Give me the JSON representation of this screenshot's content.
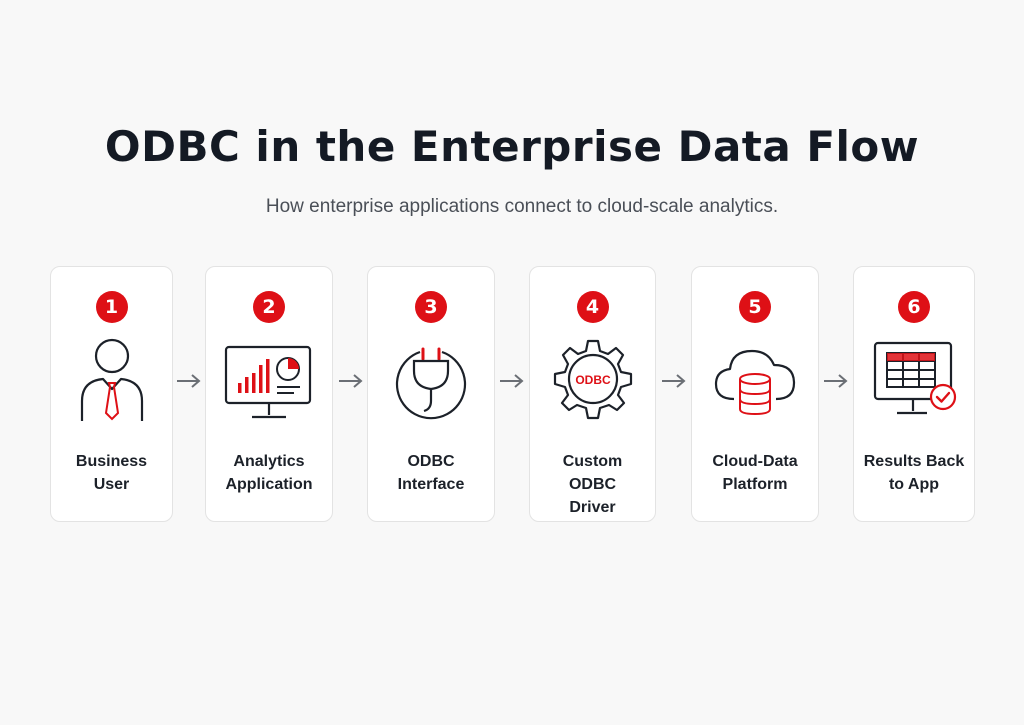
{
  "header": {
    "title": "ODBC in the Enterprise Data Flow",
    "subtitle": "How enterprise applications connect to cloud-scale analytics."
  },
  "colors": {
    "accent": "#de1016",
    "ink": "#1c2129",
    "arrow": "#6b6f75"
  },
  "steps": [
    {
      "number": "1",
      "label_line1": "Business",
      "label_line2": "User",
      "icon": "business-user-icon"
    },
    {
      "number": "2",
      "label_line1": "Analytics",
      "label_line2": "Application",
      "icon": "analytics-monitor-icon"
    },
    {
      "number": "3",
      "label_line1": "ODBC",
      "label_line2": "Interface",
      "icon": "plug-icon"
    },
    {
      "number": "4",
      "label_line1": "Custom ODBC",
      "label_line2": "Driver",
      "icon": "gear-icon",
      "icon_text": "ODBC"
    },
    {
      "number": "5",
      "label_line1": "Cloud-Data",
      "label_line2": "Platform",
      "icon": "cloud-database-icon"
    },
    {
      "number": "6",
      "label_line1": "Results Back",
      "label_line2": "to App",
      "icon": "table-monitor-check-icon"
    }
  ]
}
